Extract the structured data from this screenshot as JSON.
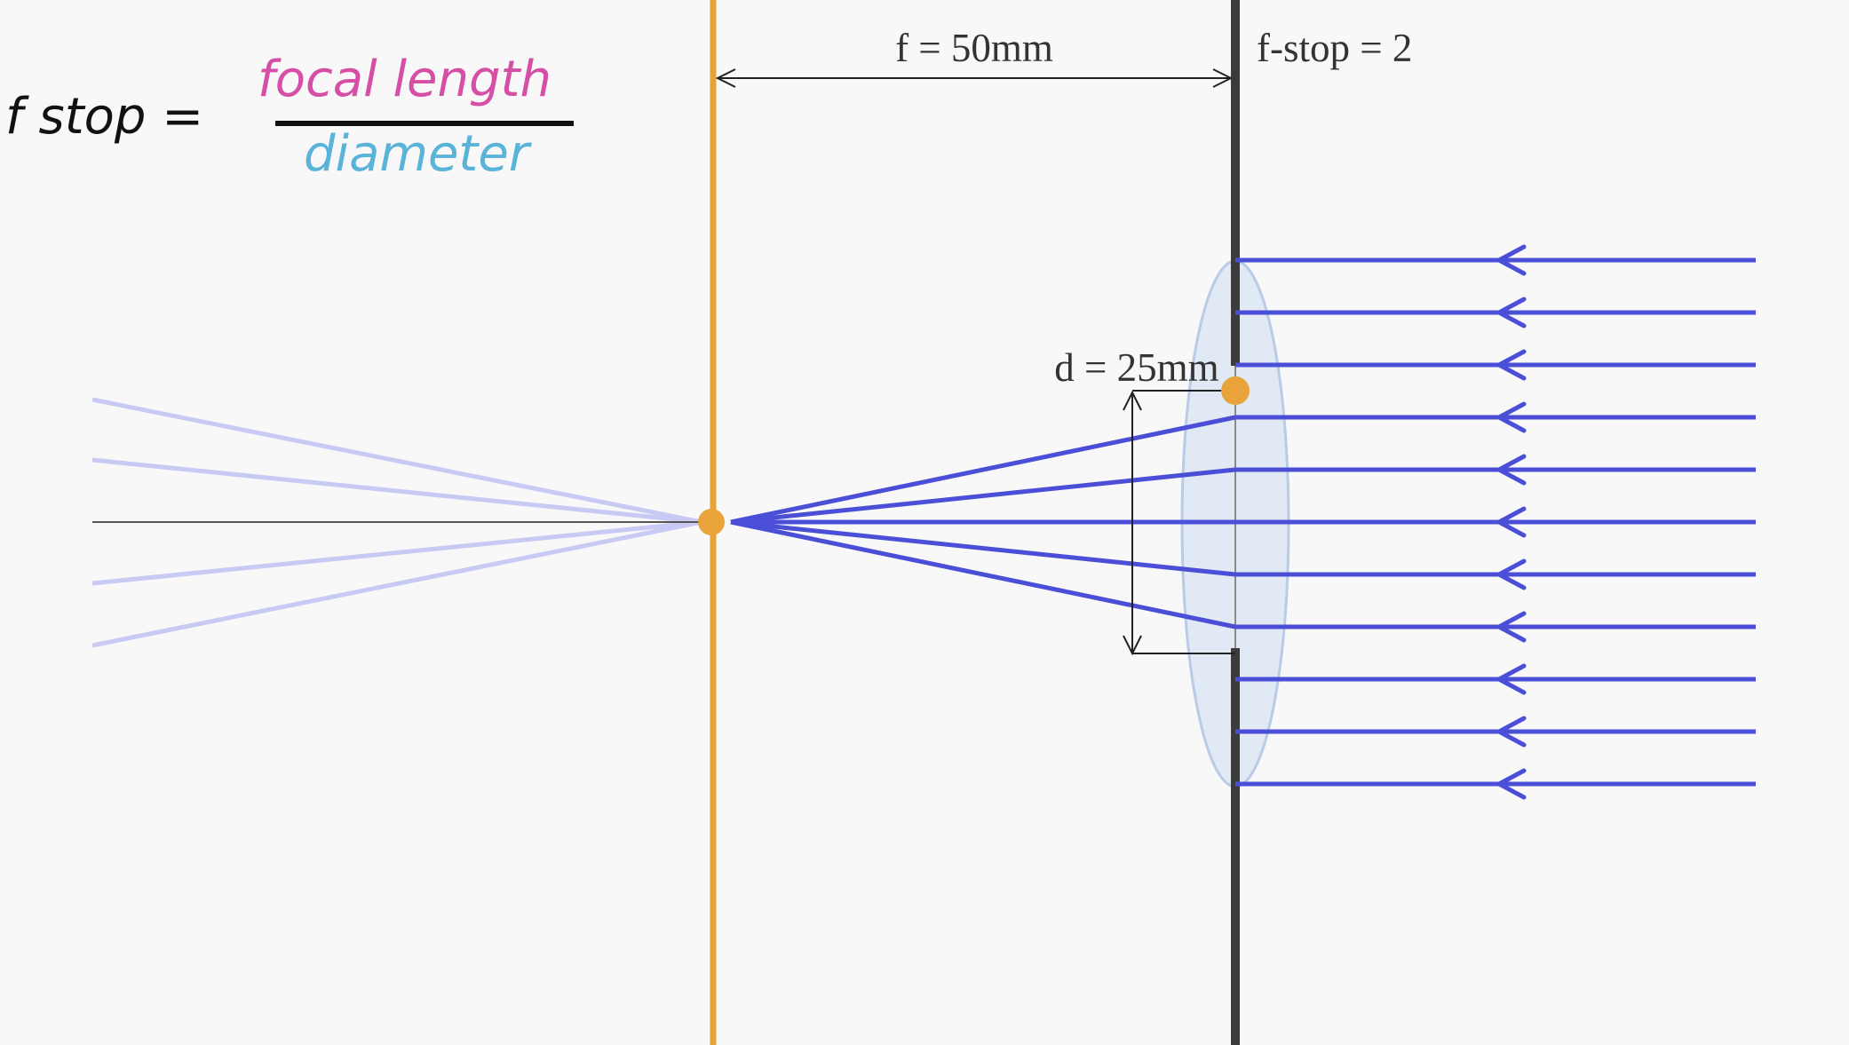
{
  "formula": {
    "lhs": "f stop =",
    "numerator": "focal length",
    "denominator": "diameter"
  },
  "labels": {
    "focal": "f = 50mm",
    "fstop": "f-stop = 2",
    "diameter": "d = 25mm"
  },
  "colors": {
    "background": "#f8f8f9",
    "sensor": "#e5a532",
    "aperture": "#3b3b3b",
    "ray": "#4b4fd8",
    "ray_faded": "#c9caf3",
    "lens_fill": "#d6e2f2",
    "lens_stroke": "#b9cbe6",
    "focal_point": "#e8a43a",
    "formula_text": "#111111",
    "numerator_color": "#d64ea6",
    "denominator_color": "#5ab3d8",
    "dimension_line": "#222222",
    "axis_line": "#555555"
  },
  "icons": {
    "ray_arrow": "arrowhead-left-icon",
    "focal_point": "dot-icon"
  },
  "diagram": {
    "incoming_ray_count": 11,
    "converging_ray_count": 5,
    "diverging_ray_count": 5
  }
}
